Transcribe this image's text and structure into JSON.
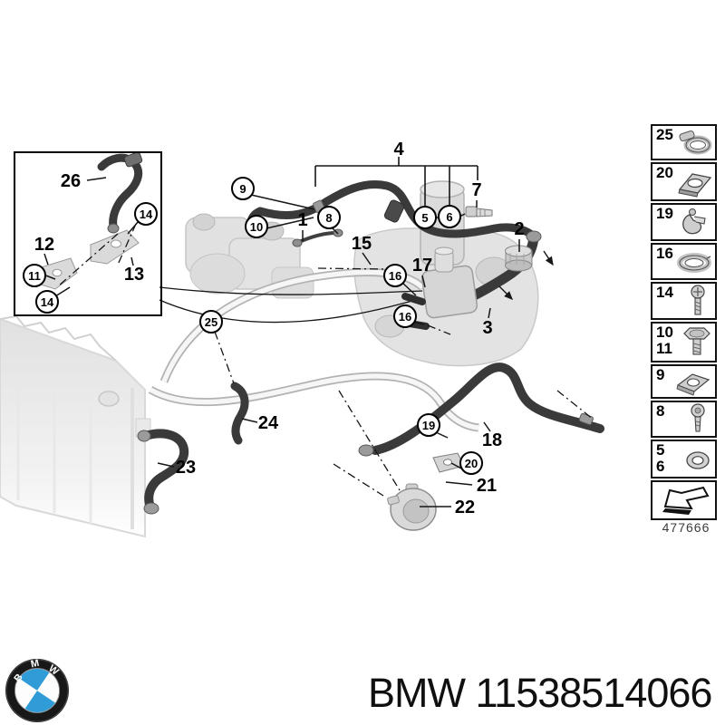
{
  "diagram": {
    "description": "BMW cooling system hose routing exploded parts diagram",
    "callouts": [
      {
        "label": "26",
        "shape": "plain"
      },
      {
        "label": "12",
        "shape": "plain"
      },
      {
        "label": "13",
        "shape": "plain"
      },
      {
        "label": "4",
        "shape": "plain"
      },
      {
        "label": "1",
        "shape": "plain"
      },
      {
        "label": "7",
        "shape": "plain"
      },
      {
        "label": "2",
        "shape": "plain"
      },
      {
        "label": "15",
        "shape": "plain"
      },
      {
        "label": "17",
        "shape": "plain"
      },
      {
        "label": "3",
        "shape": "plain"
      },
      {
        "label": "24",
        "shape": "plain"
      },
      {
        "label": "23",
        "shape": "plain"
      },
      {
        "label": "18",
        "shape": "plain"
      },
      {
        "label": "21",
        "shape": "plain"
      },
      {
        "label": "22",
        "shape": "plain"
      },
      {
        "label": "14",
        "shape": "circled"
      },
      {
        "label": "11",
        "shape": "circled"
      },
      {
        "label": "14",
        "shape": "circled"
      },
      {
        "label": "9",
        "shape": "circled"
      },
      {
        "label": "10",
        "shape": "circled"
      },
      {
        "label": "8",
        "shape": "circled"
      },
      {
        "label": "5",
        "shape": "circled"
      },
      {
        "label": "6",
        "shape": "circled"
      },
      {
        "label": "16",
        "shape": "circled"
      },
      {
        "label": "16",
        "shape": "circled"
      },
      {
        "label": "25",
        "shape": "circled"
      },
      {
        "label": "19",
        "shape": "circled"
      },
      {
        "label": "20",
        "shape": "circled"
      }
    ]
  },
  "legend": {
    "items": [
      {
        "icon": "worm-drive-clamp-icon",
        "labels": [
          "25"
        ]
      },
      {
        "icon": "cage-clip-icon",
        "labels": [
          "20"
        ]
      },
      {
        "icon": "holder-clip-icon",
        "labels": [
          "19"
        ]
      },
      {
        "icon": "ring-clamp-icon",
        "labels": [
          "16"
        ]
      },
      {
        "icon": "pan-head-screw-icon",
        "labels": [
          "14"
        ]
      },
      {
        "icon": "hex-bolt-icon",
        "labels": [
          "10",
          "11"
        ]
      },
      {
        "icon": "cage-nut-icon",
        "labels": [
          "9"
        ]
      },
      {
        "icon": "torx-screw-icon",
        "labels": [
          "8"
        ]
      },
      {
        "icon": "sealing-washer-icon",
        "labels": [
          "5",
          "6"
        ]
      },
      {
        "icon": "direction-arrow-icon",
        "labels": []
      }
    ],
    "diagram_number": "477666"
  },
  "footer": {
    "label": "BMW 11538514066",
    "logo_letters": [
      "B",
      "M",
      "W"
    ]
  },
  "colors": {
    "hose_dark": "#3a3a3a",
    "render_gray": "#d9d9d9",
    "line_black": "#161616",
    "brand_blue": "#2f9cd8"
  }
}
